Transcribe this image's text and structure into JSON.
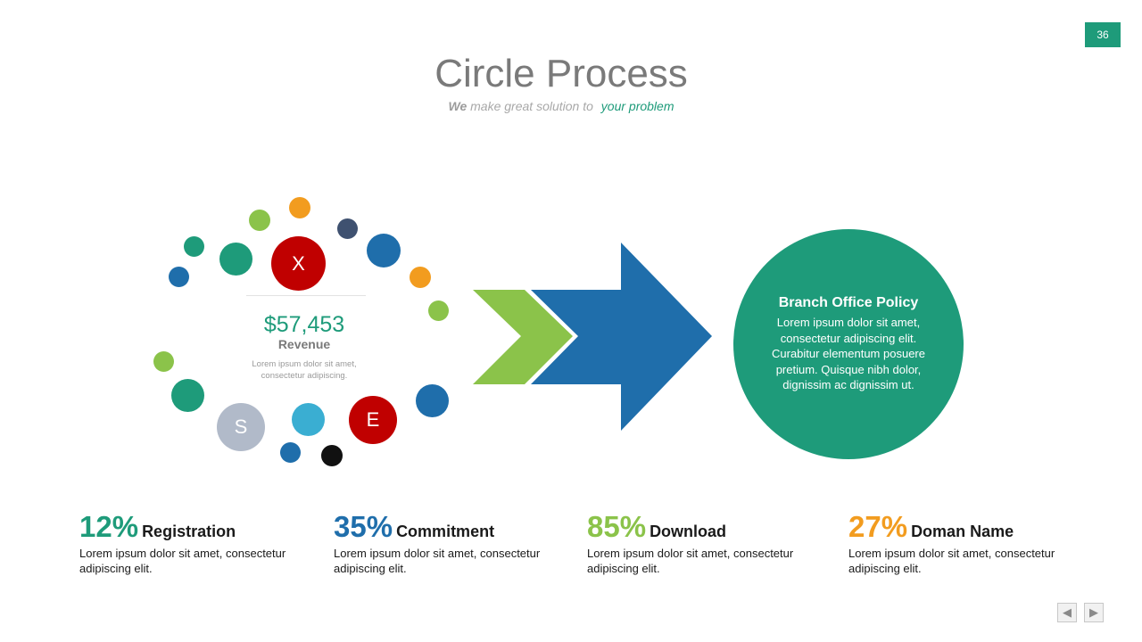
{
  "page_number": "36",
  "header": {
    "title": "Circle Process",
    "subtitle_we": "We",
    "subtitle_mid": "make great solution to",
    "subtitle_highlight": "your problem"
  },
  "colors": {
    "teal": "#1e9b7a",
    "blue": "#1f6eab",
    "green": "#8bc34a",
    "orange": "#f29c1f",
    "red": "#c00000",
    "navy": "#3f5170",
    "lightblue": "#3aaed2",
    "grey": "#b1bac9",
    "black": "#111111"
  },
  "letters": {
    "x": "X",
    "e": "E",
    "s": "S"
  },
  "revenue": {
    "value": "$57,453",
    "label": "Revenue",
    "desc": "Lorem ipsum dolor sit amet, consectetur adipiscing."
  },
  "policy": {
    "title": "Branch Office Policy",
    "text": "Lorem ipsum dolor sit amet, consectetur adipiscing elit. Curabitur elementum posuere pretium. Quisque nibh dolor, dignissim ac dignissim ut."
  },
  "stats": [
    {
      "percent": "12%",
      "label": "Registration",
      "desc": "Lorem ipsum dolor sit amet, consectetur adipiscing elit.",
      "color": "#1e9b7a"
    },
    {
      "percent": "35%",
      "label": "Commitment",
      "desc": "Lorem ipsum dolor sit amet, consectetur adipiscing elit.",
      "color": "#1f6eab"
    },
    {
      "percent": "85%",
      "label": "Download",
      "desc": "Lorem ipsum dolor sit amet, consectetur adipiscing elit.",
      "color": "#8bc34a"
    },
    {
      "percent": "27%",
      "label": "Doman Name",
      "desc": "Lorem ipsum dolor sit amet, consectetur adipiscing elit.",
      "color": "#f29c1f"
    }
  ],
  "nav": {
    "prev_icon": "◀",
    "next_icon": "▶"
  }
}
